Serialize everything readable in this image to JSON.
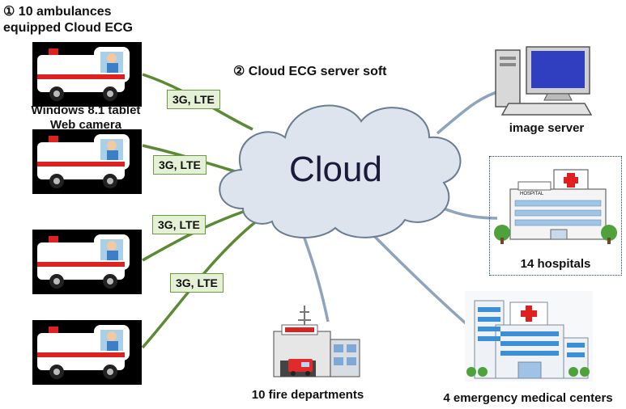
{
  "labels": {
    "step1_line1": "① 10 ambulances",
    "step1_line2": "equipped Cloud ECG",
    "step2": "② Cloud ECG server soft",
    "tablet_line1": "Windows 8.1 tablet",
    "tablet_line2": "Web camera",
    "cloud": "Cloud",
    "image_server": "image server",
    "hospitals": "14 hospitals",
    "hospital_sign": "HOSPITAL",
    "fire": "10 fire departments",
    "emergency": "4 emergency medical centers"
  },
  "links": [
    "3G, LTE",
    "3G, LTE",
    "3G, LTE",
    "3G, LTE"
  ],
  "colors": {
    "cloud_fill": "#dde4ee",
    "cloud_stroke": "#6a7c92",
    "link_green": "#5a8a34",
    "link_blue": "#8ea4bc",
    "tag_fill": "#e4f1d6",
    "hospital_border": "#1b3d8f"
  }
}
